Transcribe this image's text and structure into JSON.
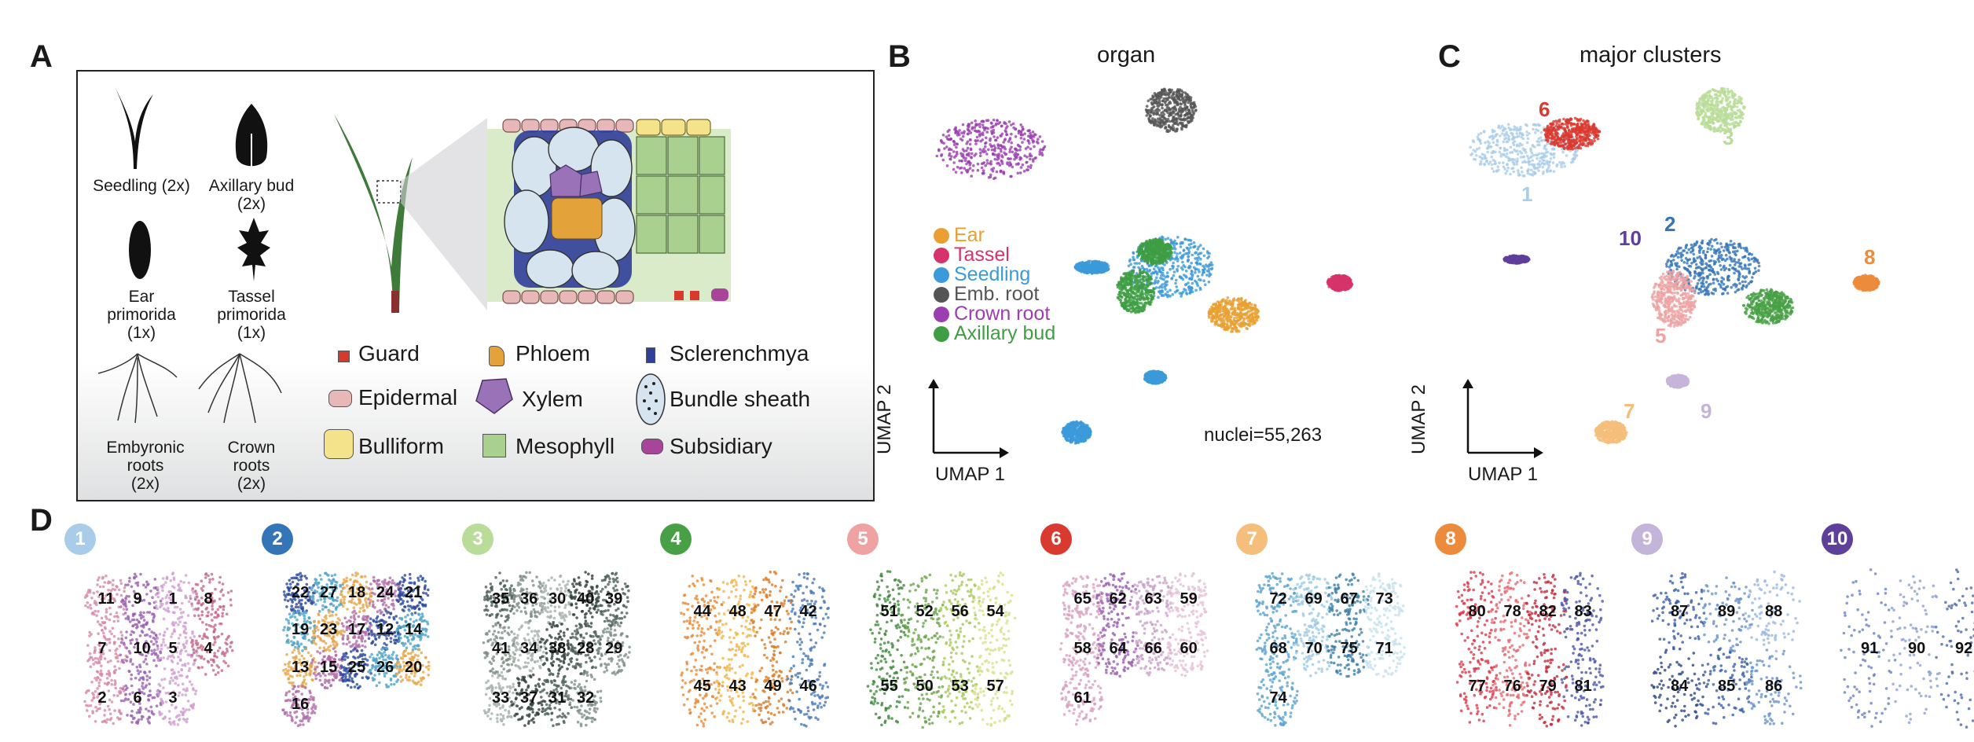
{
  "panels": {
    "a": "A",
    "b": "B",
    "c": "C",
    "d": "D"
  },
  "panel_a": {
    "organs": [
      {
        "name": "Seedling (2x)"
      },
      {
        "name": "Axillary bud\n(2x)"
      },
      {
        "name": "Ear\nprimorida\n(1x)"
      },
      {
        "name": "Tassel\nprimorida\n(1x)"
      },
      {
        "name": "Embyronic\nroots\n(2x)"
      },
      {
        "name": "Crown\nroots\n(2x)"
      }
    ],
    "cell_types": [
      {
        "name": "Guard",
        "color": "#d63a2f"
      },
      {
        "name": "Phloem",
        "color": "#e3a33a"
      },
      {
        "name": "Sclerenchmya",
        "color": "#2f3f9a"
      },
      {
        "name": "Epidermal",
        "color": "#e8b7b8"
      },
      {
        "name": "Xylem",
        "color": "#9a72b8"
      },
      {
        "name": "Bundle sheath",
        "color": "#d6e4ef"
      },
      {
        "name": "Bulliform",
        "color": "#f5e38c"
      },
      {
        "name": "Mesophyll",
        "color": "#a9d08e"
      },
      {
        "name": "Subsidiary",
        "color": "#a8449a"
      }
    ]
  },
  "panel_b": {
    "title": "organ",
    "legend": [
      {
        "name": "Ear",
        "color": "#e8a033"
      },
      {
        "name": "Tassel",
        "color": "#d6336c"
      },
      {
        "name": "Seedling",
        "color": "#3b9ad9"
      },
      {
        "name": "Emb. root",
        "color": "#555555"
      },
      {
        "name": "Crown root",
        "color": "#9b3fb0"
      },
      {
        "name": "Axillary bud",
        "color": "#3f9e43"
      }
    ],
    "xlabel": "UMAP 1",
    "ylabel": "UMAP 2",
    "nuclei": "nuclei=55,263"
  },
  "panel_c": {
    "title": "major clusters",
    "clusters": [
      {
        "id": "1",
        "color": "#a9cde8"
      },
      {
        "id": "2",
        "color": "#3475b8"
      },
      {
        "id": "3",
        "color": "#b9dc98"
      },
      {
        "id": "4",
        "color": "#48a046"
      },
      {
        "id": "5",
        "color": "#eea3a2"
      },
      {
        "id": "6",
        "color": "#d93a2f"
      },
      {
        "id": "7",
        "color": "#f5be7a"
      },
      {
        "id": "8",
        "color": "#ec8b3c"
      },
      {
        "id": "9",
        "color": "#c5b4da"
      },
      {
        "id": "10",
        "color": "#5e3f99"
      }
    ],
    "xlabel": "UMAP 1",
    "ylabel": "UMAP 2"
  },
  "panel_d": {
    "groups": [
      {
        "badge": "1",
        "color": "#a9cde8",
        "subs": [
          "11",
          "9",
          "1",
          "8",
          "7",
          "10",
          "5",
          "4",
          "2",
          "6",
          "3"
        ]
      },
      {
        "badge": "2",
        "color": "#3475b8",
        "subs": [
          "22",
          "27",
          "18",
          "24",
          "21",
          "19",
          "23",
          "17",
          "12",
          "14",
          "13",
          "15",
          "25",
          "26",
          "20",
          "16"
        ]
      },
      {
        "badge": "3",
        "color": "#b9dc98",
        "subs": [
          "35",
          "36",
          "30",
          "40",
          "39",
          "41",
          "34",
          "38",
          "28",
          "29",
          "33",
          "37",
          "31",
          "32"
        ]
      },
      {
        "badge": "4",
        "color": "#48a046",
        "subs": [
          "44",
          "48",
          "47",
          "42",
          "45",
          "43",
          "49",
          "46"
        ]
      },
      {
        "badge": "5",
        "color": "#eea3a2",
        "subs": [
          "51",
          "52",
          "56",
          "54",
          "55",
          "50",
          "53",
          "57"
        ]
      },
      {
        "badge": "6",
        "color": "#d93a2f",
        "subs": [
          "65",
          "62",
          "63",
          "59",
          "58",
          "64",
          "66",
          "60",
          "61"
        ]
      },
      {
        "badge": "7",
        "color": "#f5be7a",
        "subs": [
          "72",
          "69",
          "67",
          "73",
          "68",
          "70",
          "75",
          "71",
          "74"
        ]
      },
      {
        "badge": "8",
        "color": "#ec8b3c",
        "subs": [
          "80",
          "78",
          "82",
          "83",
          "77",
          "76",
          "79",
          "81"
        ]
      },
      {
        "badge": "9",
        "color": "#c5b4da",
        "subs": [
          "87",
          "89",
          "88",
          "84",
          "85",
          "86"
        ]
      },
      {
        "badge": "10",
        "color": "#5e3f99",
        "subs": [
          "91",
          "90",
          "92"
        ]
      }
    ]
  }
}
